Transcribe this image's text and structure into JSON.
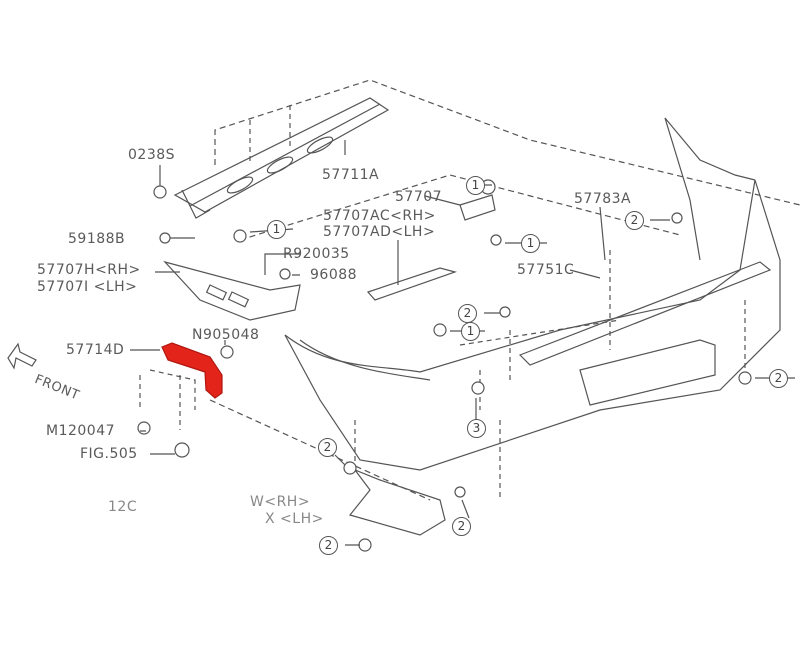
{
  "labels": {
    "p0238s": "0238S",
    "p57711a": "57711A",
    "p57707": "57707",
    "p57707ac": "57707AC<RH>",
    "p57707ad": "57707AD<LH>",
    "p57783a": "57783A",
    "p59188b": "59188B",
    "r920035": "R920035",
    "p96088": "96088",
    "p57707h": "57707H<RH>",
    "p57707i": "57707I <LH>",
    "p57751c": "57751C",
    "p57714d": "57714D",
    "n905048": "N905048",
    "front": "FRONT",
    "m120047": "M120047",
    "fig505": "FIG.505",
    "p12c": "12C",
    "pw_rh": "W<RH>",
    "px_lh": "X <LH>"
  },
  "callouts": [
    "1",
    "1",
    "1",
    "1",
    "2",
    "2",
    "2",
    "2",
    "2",
    "2",
    "3"
  ],
  "colors": {
    "line": "#555555",
    "highlight": "#e3241b"
  }
}
